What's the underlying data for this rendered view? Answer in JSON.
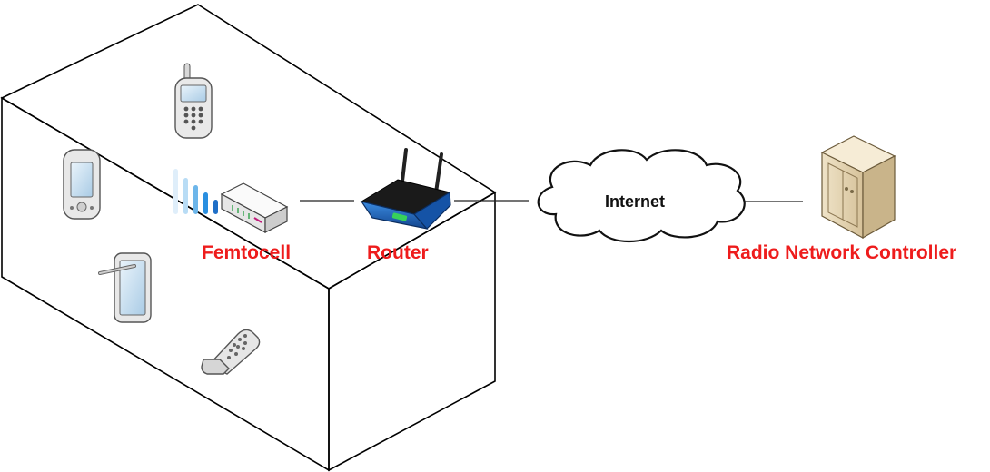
{
  "labels": {
    "femtocell": "Femtocell",
    "router": "Router",
    "internet": "Internet",
    "rnc": "Radio Network Controller"
  },
  "icons": {
    "building": "building-box-icon",
    "phone": "mobile-phone-icon",
    "pda": "pda-icon",
    "tablet": "tablet-icon",
    "flip_phone": "flip-phone-icon",
    "femtocell": "femtocell-icon",
    "signal": "signal-bars-icon",
    "router": "wireless-router-icon",
    "cloud": "cloud-icon",
    "server": "server-icon"
  },
  "colors": {
    "label_red": "#ee1c1c",
    "router_blue": "#1f6fc7",
    "signal_blue": "#2a8fe0"
  }
}
